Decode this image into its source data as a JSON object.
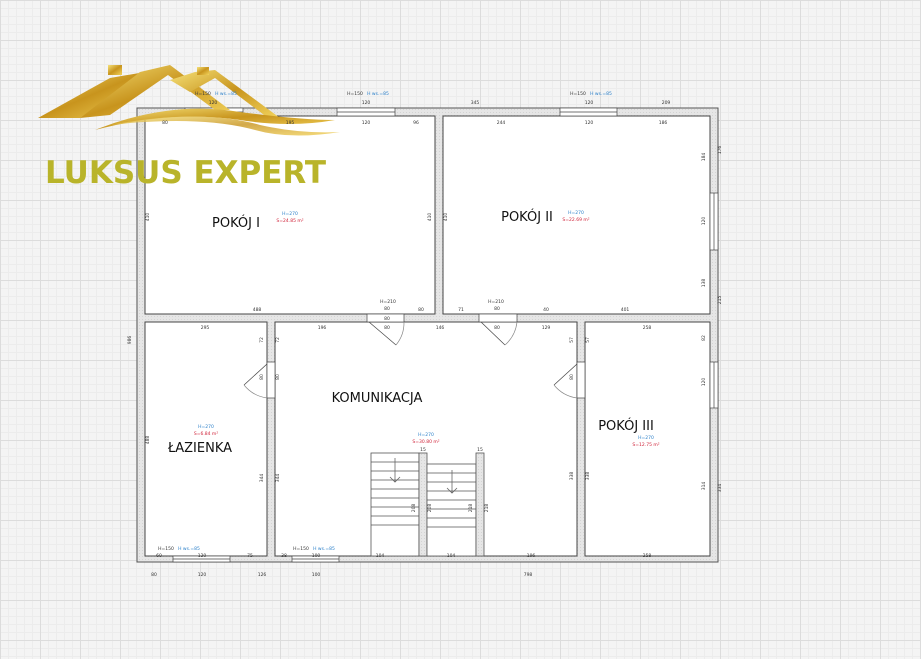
{
  "logo": {
    "text": "LUKSUS EXPERT",
    "gold": "#d4a72c",
    "text_color": "#b9b42a"
  },
  "rooms": [
    {
      "name": "POKÓJ I",
      "height": "H=270",
      "area": "S=24.85 m²"
    },
    {
      "name": "POKÓJ II",
      "height": "H=270",
      "area": "S=22.69 m²"
    },
    {
      "name": "KOMUNIKACJA",
      "height": "H=270",
      "area": "S=30.80 m²"
    },
    {
      "name": "ŁAZIENKA",
      "height": "H=270",
      "area": "S=6.84 m²"
    },
    {
      "name": "POKÓJ III",
      "height": "H=270",
      "area": "S=12.75 m²"
    }
  ],
  "windows": {
    "height": "H=150",
    "sill": "H ws.=85"
  },
  "doors": {
    "height": "H=210"
  },
  "dims": {
    "top_outer": [
      "120",
      "120",
      "345",
      "120",
      "209"
    ],
    "top_inner": [
      "80",
      "195",
      "120",
      "96",
      "244",
      "120",
      "186"
    ],
    "middle": [
      "488",
      "401",
      "80",
      "80",
      "71",
      "80",
      "40",
      "295",
      "196",
      "146",
      "80",
      "129",
      "258",
      "80",
      "80"
    ],
    "vertical": [
      "410",
      "410",
      "410",
      "986",
      "72",
      "72",
      "80",
      "80",
      "344",
      "344",
      "488",
      "57",
      "57",
      "80",
      "338",
      "338",
      "176",
      "184",
      "120",
      "138",
      "215",
      "82",
      "120",
      "314",
      "334",
      "208",
      "208",
      "218",
      "218",
      "15",
      "15"
    ],
    "bottom_inner": [
      "60",
      "120",
      "75",
      "38",
      "100",
      "104",
      "104",
      "196",
      "258"
    ],
    "bottom_outer": [
      "80",
      "120",
      "126",
      "100",
      "798"
    ]
  }
}
